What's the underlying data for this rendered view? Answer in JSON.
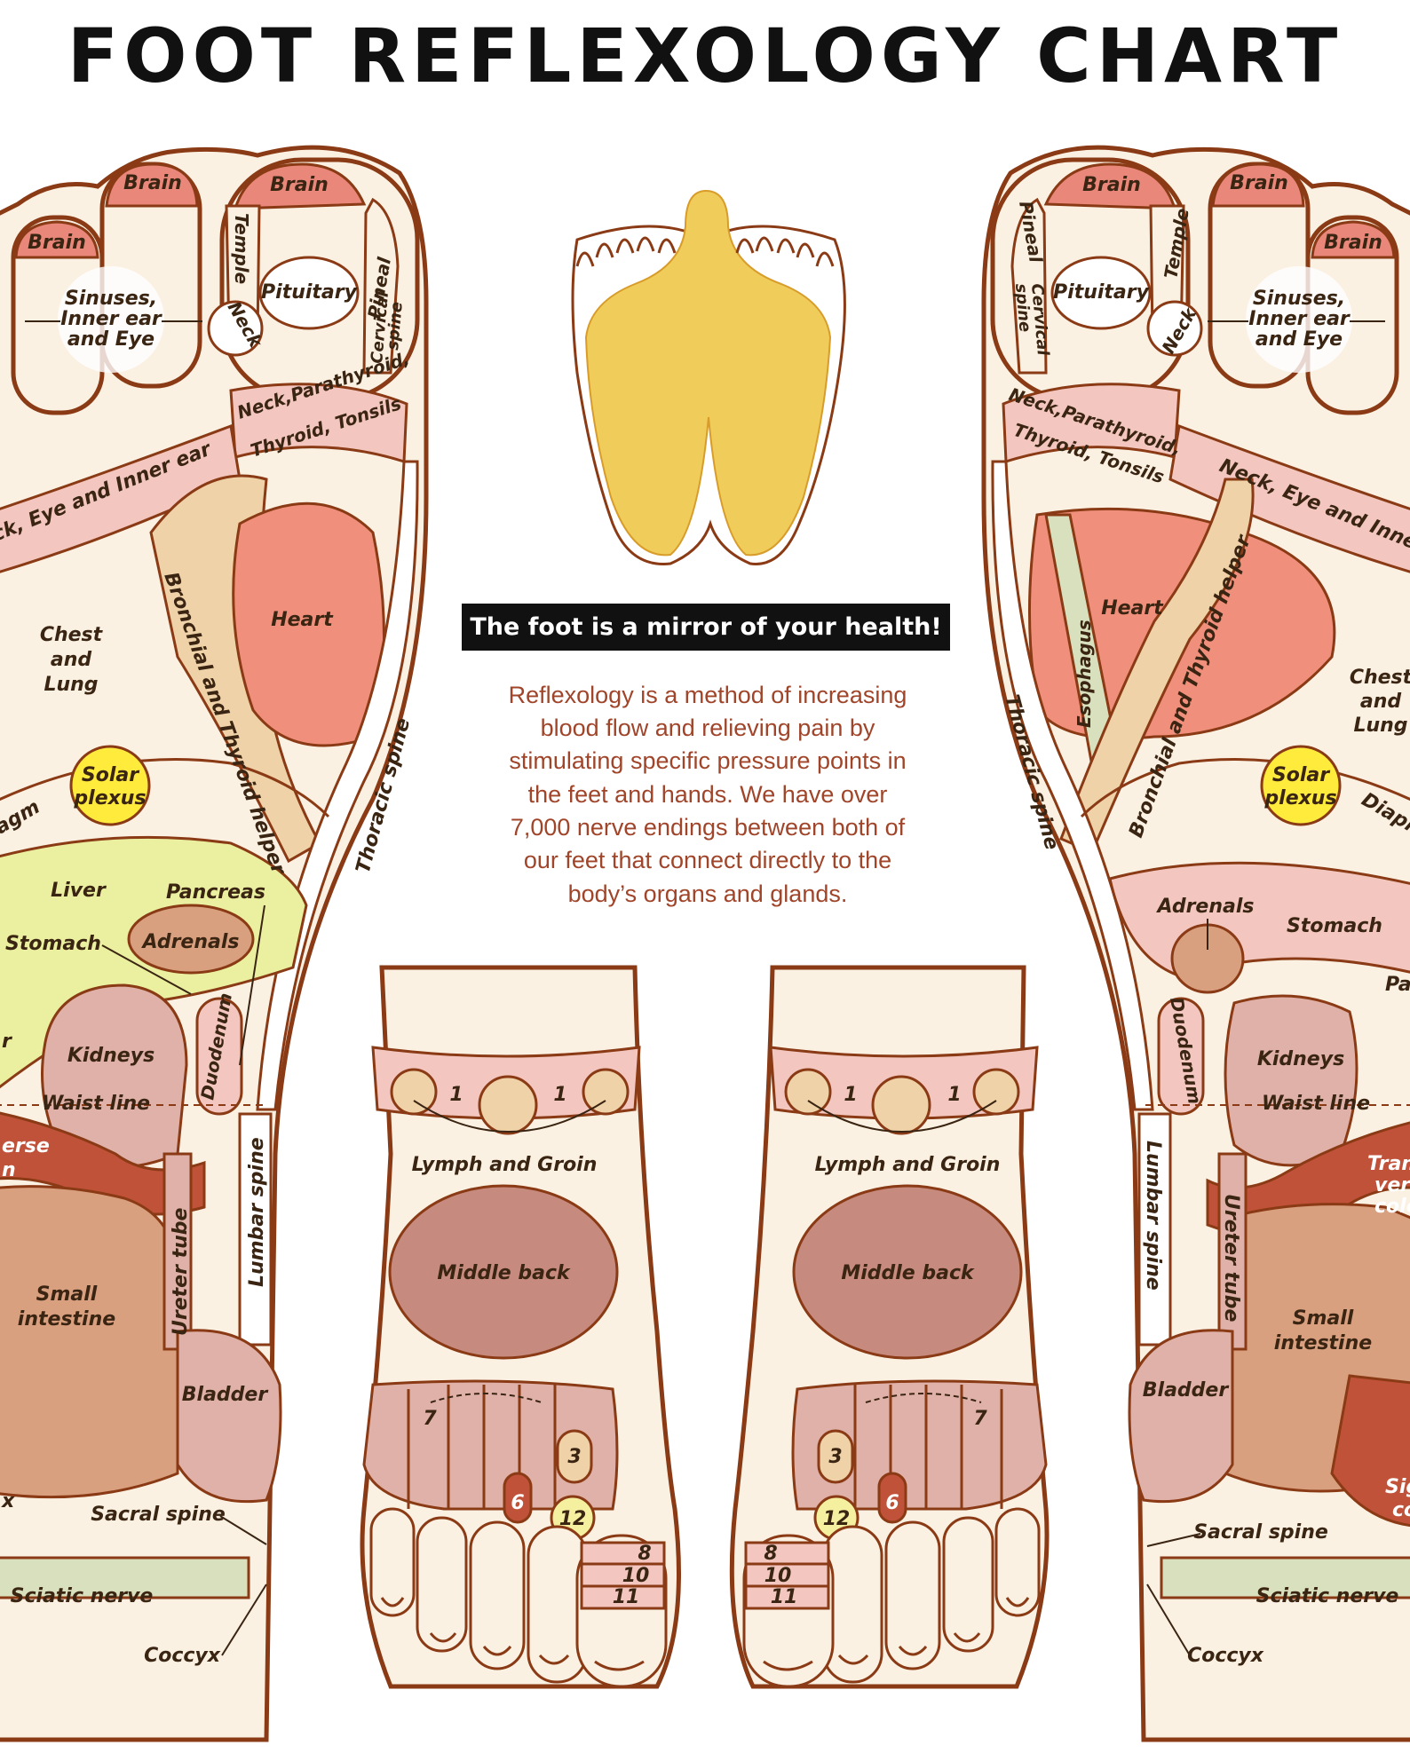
{
  "title": "FOOT REFLEXOLOGY CHART",
  "banner": "The foot is a mirror of your health!",
  "intro_lines": [
    "Reflexology is a method of increasing",
    "blood flow and relieving pain by",
    "stimulating specific pressure points in",
    "the feet and hands. We have over",
    "7,000 nerve endings between both of",
    "our feet that connect directly to the",
    "body’s organs and glands."
  ],
  "colors": {
    "outline": "#8a3a14",
    "skin": "#fbf1e3",
    "brain": "#e8877a",
    "neck_band": "#f3c7bf",
    "heart": "#f0907c",
    "bronchial": "#efd2a8",
    "liver": "#eaf0a0",
    "solar_plexus": "#ffeb3b",
    "kidney": "#e0b1a8",
    "intestine": "#d9a080",
    "colon": "#c0523a",
    "sciatic": "#d9e0bd",
    "middle_back": "#c68a7e",
    "body_silhouette": "#f0cc5a",
    "banner_bg": "#111111",
    "intro_text": "#a0452a"
  },
  "left_sole": {
    "brain_1": "Brain",
    "brain_2": "Brain",
    "brain_3": "Brain",
    "temple": "Temple",
    "pineal": "Pineal",
    "pituitary": "Pituitary",
    "neck": "Neck",
    "cervical": [
      "Cervical",
      "spine"
    ],
    "sinuses": [
      "Sinuses,",
      "Inner ear",
      "and Eye"
    ],
    "neck_band": [
      "Neck,Parathyroid,",
      "Thyroid, Tonsils"
    ],
    "neck_eye": "ck, Eye and Inner ear",
    "chest": [
      "Chest",
      "and",
      "Lung"
    ],
    "heart": "Heart",
    "bronchial": "Bronchial and Thyroid helper",
    "thoracic": "Thoracic spine",
    "solar": [
      "Solar",
      "plexus"
    ],
    "diaphragm": "agm",
    "liver": "Liver",
    "pancreas": "Pancreas",
    "stomach": "Stomach",
    "adrenals": "Adrenals",
    "kidneys": "Kidneys",
    "duodenum": "Duodenum",
    "waist": "Waist line",
    "transverse": [
      "erse",
      "n"
    ],
    "ureter": "Ureter tube",
    "lumbar": "Lumbar spine",
    "small_intestine": [
      "Small",
      "intestine"
    ],
    "bladder": "Bladder",
    "x_fragment": "x",
    "r_fragment": "r",
    "sacral": "Sacral spine",
    "sciatic": "Sciatic nerve",
    "coccyx": "Coccyx"
  },
  "right_sole": {
    "brain_1": "Brain",
    "brain_2": "Brain",
    "brain_3": "Brain",
    "pineal": "Pineal",
    "temple": "Temple",
    "pituitary": "Pituitary",
    "neck": "Neck",
    "cervical": [
      "Cervical",
      "spine"
    ],
    "sinuses": [
      "Sinuses,",
      "Inner ear",
      "and Eye"
    ],
    "neck_band": [
      "Neck,Parathyroid,",
      "Thyroid, Tonsils"
    ],
    "neck_eye": "Neck, Eye and Inner",
    "heart": "Heart",
    "esophagus": "Esophagus",
    "bronchial": "Bronchial and Thyroid helper",
    "chest": [
      "Chest",
      "and",
      "Lung"
    ],
    "thoracic": "Thoracic spine",
    "solar": [
      "Solar",
      "plexus"
    ],
    "diaphragm": "Diaph",
    "adrenals": "Adrenals",
    "stomach": "Stomach",
    "pa_fragment": "Pa",
    "duodenum": "Duodenum",
    "kidneys": "Kidneys",
    "waist": "Waist line",
    "transverse": [
      "Tran",
      "vers",
      "colo"
    ],
    "lumbar": "Lumbar spine",
    "ureter": "Ureter tube",
    "small_intestine": [
      "Small",
      "intestine"
    ],
    "bladder": "Bladder",
    "sigmoid": [
      "Sigm",
      "colo"
    ],
    "sacral": "Sacral spine",
    "sciatic": "Sciatic nerve",
    "coccyx": "Coccyx"
  },
  "left_top": {
    "lymph": "Lymph and Groin",
    "n1a": "1",
    "n1b": "1",
    "middle_back": "Middle back",
    "n7": "7",
    "n3": "3",
    "n6": "6",
    "n12": "12",
    "n8": "8",
    "n10": "10",
    "n11": "11"
  },
  "right_top": {
    "lymph": "Lymph and Groin",
    "n1a": "1",
    "n1b": "1",
    "middle_back": "Middle back",
    "n7": "7",
    "n3": "3",
    "n6": "6",
    "n12": "12",
    "n8": "8",
    "n10": "10",
    "n11": "11"
  }
}
